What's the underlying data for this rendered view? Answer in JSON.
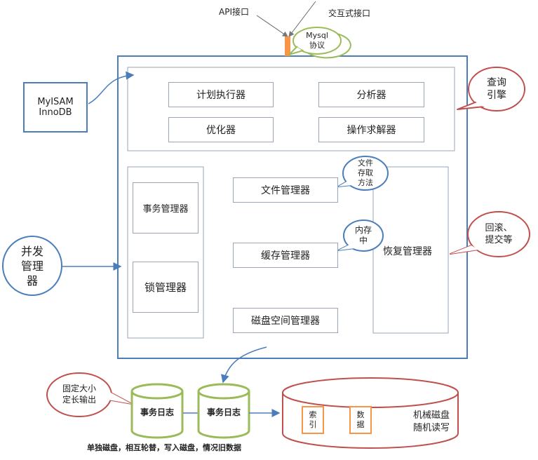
{
  "top": {
    "api_label": "API接口",
    "interactive_label": "交互式接口",
    "protocol_bubble": "Mysql\n协议"
  },
  "engines": {
    "text": "MyISAM\nInnoDB"
  },
  "query_engine": {
    "bubble": "查询\n引擎",
    "planner": "计划执行器",
    "analyzer": "分析器",
    "optimizer": "优化器",
    "op_solver": "操作求解器"
  },
  "concurrency": {
    "circle": "并发\n管理\n器",
    "tx_manager": "事务管理器",
    "lock_manager": "锁管理器"
  },
  "file_manager": {
    "label": "文件管理器",
    "bubble": "文件\n存取\n方法"
  },
  "cache_manager": {
    "label": "缓存管理器",
    "bubble": "内存\n中"
  },
  "disk_manager": {
    "label": "磁盘空间管理器"
  },
  "recovery": {
    "label": "恢复管理器",
    "bubble": "回滚、\n提交等"
  },
  "logs": {
    "bubble": "固定大小\n定长输出",
    "log1": "事务日志",
    "log2": "事务日志",
    "note": "单独磁盘，相互轮替，写入磁盘，情况旧数据"
  },
  "disk": {
    "index": "索\n引",
    "data": "数\n据",
    "label": "机械磁盘\n随机读写"
  }
}
